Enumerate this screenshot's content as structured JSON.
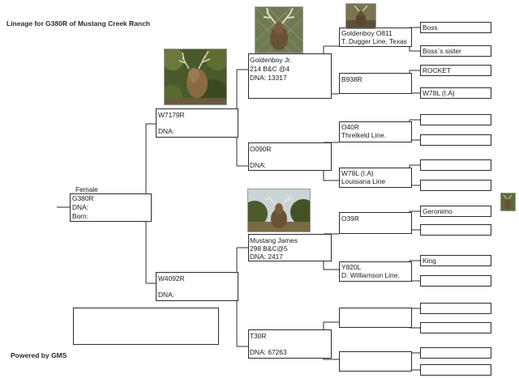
{
  "header": {
    "title": "Lineage for G380R of Mustang Creek Ranch"
  },
  "footer": {
    "powered_by": "Powered by GMS"
  },
  "pedigree": {
    "subject": {
      "sex": "Female",
      "name": "G380R",
      "dna": "DNA:",
      "born": "Born:"
    },
    "sire": {
      "name": "W7179R",
      "dna": "DNA:"
    },
    "dam": {
      "name": "W4092R",
      "dna": "DNA:"
    },
    "sire_sire": {
      "line1": "Goldenboy Jr.",
      "line2": "214 B&C @4",
      "line3": "DNA: 13317"
    },
    "sire_dam": {
      "name": "O090R",
      "dna": "DNA:"
    },
    "dam_sire": {
      "line1": "Mustang James",
      "line2": "298 B&C@5",
      "line3": "DNA: 2417"
    },
    "dam_dam": {
      "name": "T30R",
      "dna": "DNA: 67263"
    },
    "gen3": [
      {
        "line1": "Goldenboy O811",
        "line2": "T. Dugger Line, Texas"
      },
      {
        "line1": "B938R",
        "line2": ""
      },
      {
        "line1": "O40R",
        "line2": "Threlkeld Line."
      },
      {
        "line1": "W78L (I.A)",
        "line2": "Louisiana Line"
      },
      {
        "line1": "O39R",
        "line2": ""
      },
      {
        "line1": "Y820L",
        "line2": "D. Williamson Line,"
      },
      {
        "line1": "",
        "line2": ""
      },
      {
        "line1": "",
        "line2": ""
      }
    ],
    "gen4": [
      "Boss",
      "Boss`s sister",
      "ROCKET",
      "W78L (I.A)",
      "",
      "",
      "",
      "",
      "Geronimo",
      "",
      "King",
      "",
      "",
      "",
      "",
      ""
    ]
  },
  "photos": [
    {
      "icon": "deer-photo",
      "subject": "W7179R"
    },
    {
      "icon": "deer-photo",
      "subject": "Goldenboy Jr."
    },
    {
      "icon": "deer-photo",
      "subject": "Goldenboy O811"
    },
    {
      "icon": "deer-photo",
      "subject": "Mustang James"
    },
    {
      "icon": "deer-photo",
      "subject": "thumbnail"
    }
  ]
}
